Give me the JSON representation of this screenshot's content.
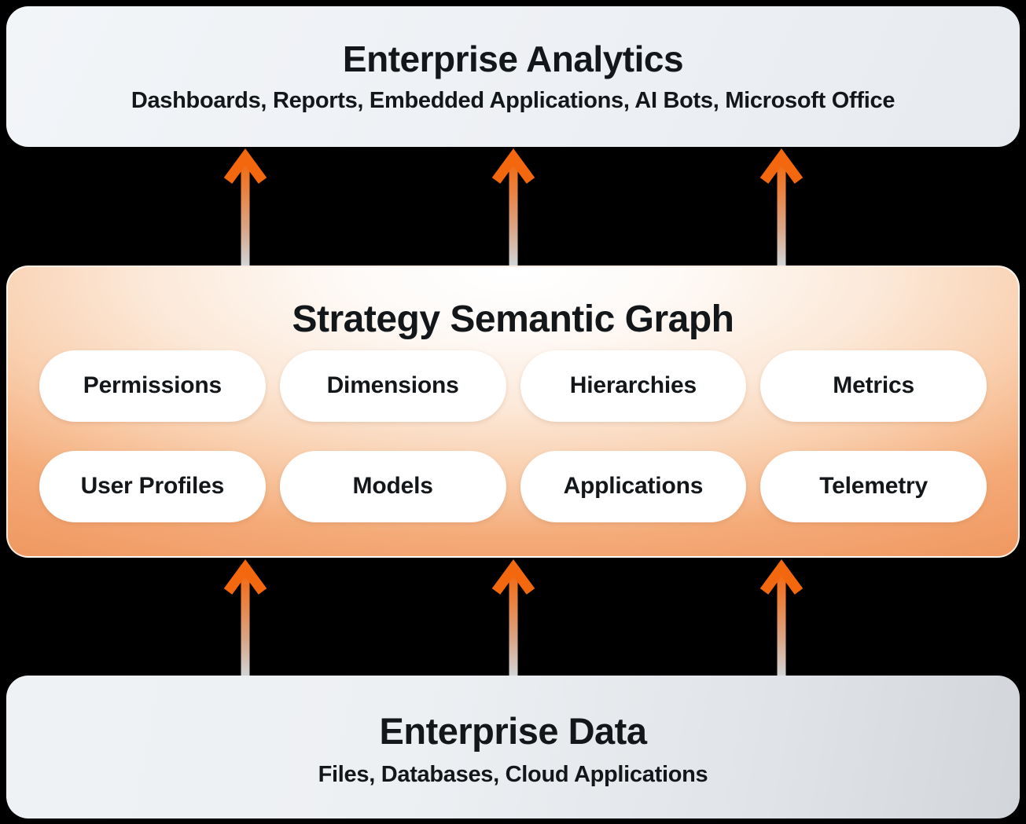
{
  "top_box": {
    "title": "Enterprise Analytics",
    "subtitle": "Dashboards, Reports, Embedded Applications, AI Bots, Microsoft Office"
  },
  "middle_box": {
    "title": "Strategy Semantic Graph",
    "pills": [
      "Permissions",
      "Dimensions",
      "Hierarchies",
      "Metrics",
      "User Profiles",
      "Models",
      "Applications",
      "Telemetry"
    ]
  },
  "bottom_box": {
    "title": "Enterprise Data",
    "subtitle": "Files, Databases, Cloud Applications"
  },
  "arrows": {
    "icon": "up-arrow-icon",
    "direction": "up",
    "top_row_count": 3,
    "bottom_row_count": 3
  },
  "colors": {
    "background": "#000000",
    "arrow_orange": "#f3680e",
    "arrow_tail_gray": "#d2d4d6",
    "graph_orange": "#f09962",
    "box_light_gray": "#eef1f4",
    "text": "#14171a",
    "pill_white": "#ffffff"
  }
}
